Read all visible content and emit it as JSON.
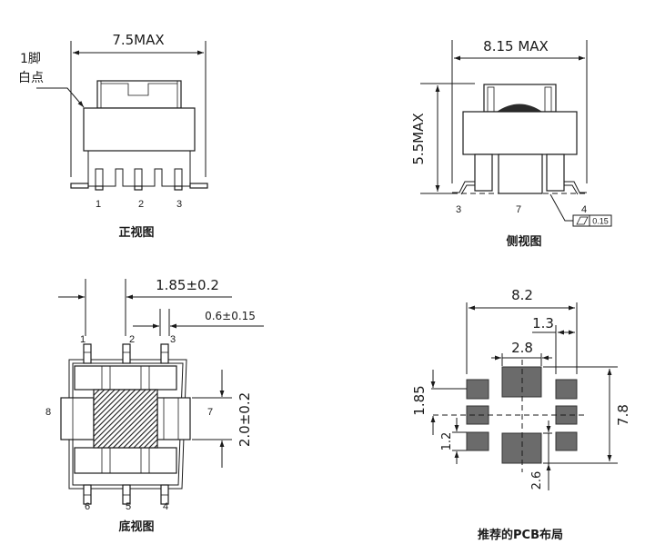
{
  "views": {
    "front": {
      "caption": "正视图",
      "width_dim": "7.5MAX",
      "pin1_note_line1": "1脚",
      "pin1_note_line2": "白点",
      "pins": [
        "1",
        "2",
        "3"
      ]
    },
    "side": {
      "caption": "侧视图",
      "width_dim": "8.15 MAX",
      "height_dim": "5.5MAX",
      "pins": [
        "3",
        "7",
        "4"
      ],
      "flatness_tolerance": "0.15"
    },
    "bottom": {
      "caption": "底视图",
      "pitch_dim": "1.85±0.2",
      "pin_width_dim": "0.6±0.15",
      "side_pin_dim": "2.0±0.2",
      "pins_top": [
        "1",
        "2",
        "3"
      ],
      "pins_bottom": [
        "6",
        "5",
        "4"
      ],
      "pin_left": "8",
      "pin_right": "7"
    },
    "pcb": {
      "caption": "推荐的PCB布局",
      "overall_width": "8.2",
      "pad_offset": "1.3",
      "center_pad_width": "2.8",
      "pad_pitch": "1.85",
      "pad_height": "1.2",
      "overall_height": "7.8",
      "center_pad_height": "2.6",
      "pad_color": "#6b6b6b"
    }
  }
}
